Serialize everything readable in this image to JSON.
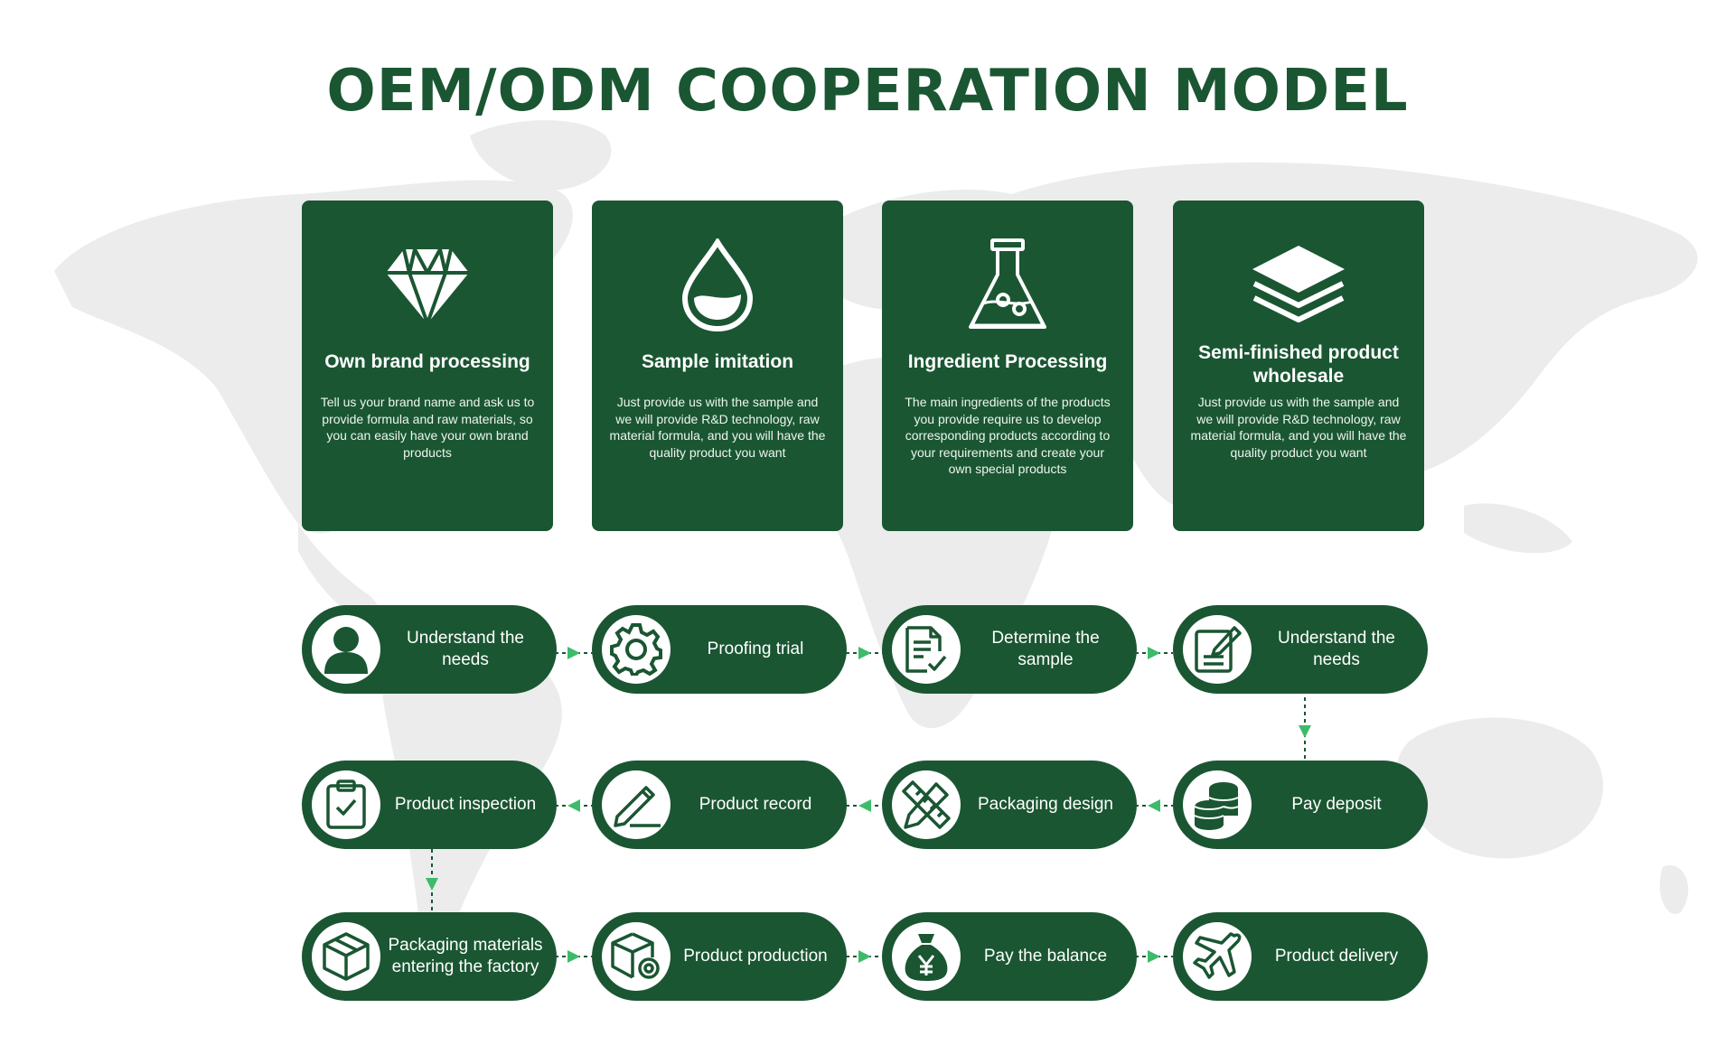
{
  "title": "OEM/ODM COOPERATION MODEL",
  "colors": {
    "primary": "#1a5632",
    "accent": "#3dbb6a",
    "map": "#ececec"
  },
  "cards": [
    {
      "icon": "diamond-icon",
      "title": "Own brand processing",
      "desc": "Tell us your brand name and ask us to provide formula and raw materials, so you can easily have your own brand products"
    },
    {
      "icon": "water-drop-icon",
      "title": "Sample imitation",
      "desc": "Just provide us with the sample and we will provide R&D technology, raw material formula, and you will have the quality product you want"
    },
    {
      "icon": "flask-icon",
      "title": "Ingredient Processing",
      "desc": "The main ingredients of the products you provide require us to develop corresponding products according to your  requirements and create your own special products"
    },
    {
      "icon": "layers-icon",
      "title": "Semi-finished product wholesale",
      "desc": "Just provide us with the sample and we will provide R&D technology, raw material formula, and you will have the quality product you want"
    }
  ],
  "steps": [
    {
      "icon": "user-icon",
      "label": "Understand the needs"
    },
    {
      "icon": "gear-icon",
      "label": "Proofing trial"
    },
    {
      "icon": "document-check-icon",
      "label": "Determine the sample"
    },
    {
      "icon": "note-edit-icon",
      "label": "Understand the needs"
    },
    {
      "icon": "coins-icon",
      "label": "Pay deposit"
    },
    {
      "icon": "ruler-pencil-icon",
      "label": "Packaging design"
    },
    {
      "icon": "pen-icon",
      "label": "Product record"
    },
    {
      "icon": "clipboard-check-icon",
      "label": "Product inspection"
    },
    {
      "icon": "box-icon",
      "label": "Packaging materials entering the factory"
    },
    {
      "icon": "box-gear-icon",
      "label": "Product production"
    },
    {
      "icon": "money-bag-icon",
      "label": "Pay the balance"
    },
    {
      "icon": "airplane-icon",
      "label": "Product delivery"
    }
  ]
}
